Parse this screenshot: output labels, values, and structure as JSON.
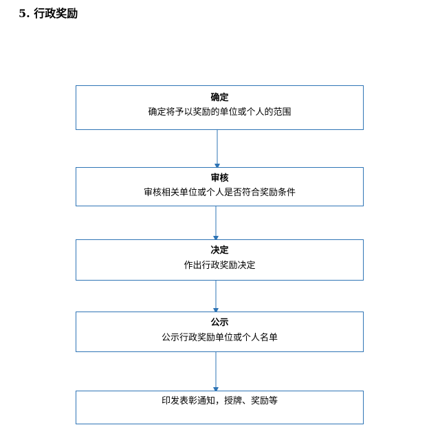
{
  "header": {
    "title": "5. 行政奖励"
  },
  "flow": {
    "steps": [
      {
        "title": "确定",
        "description": "确定将予以奖励的单位或个人的范围"
      },
      {
        "title": "审核",
        "description": "审核相关单位或个人是否符合奖励条件"
      },
      {
        "title": "决定",
        "description": "作出行政奖励决定"
      },
      {
        "title": "公示",
        "description": "公示行政奖励单位或个人名单"
      },
      {
        "title": "",
        "description": "印发表彰通知，授牌、奖励等"
      }
    ]
  },
  "colors": {
    "box_border": "#2e74b5",
    "arrow": "#2e74b5",
    "text": "#000000"
  }
}
